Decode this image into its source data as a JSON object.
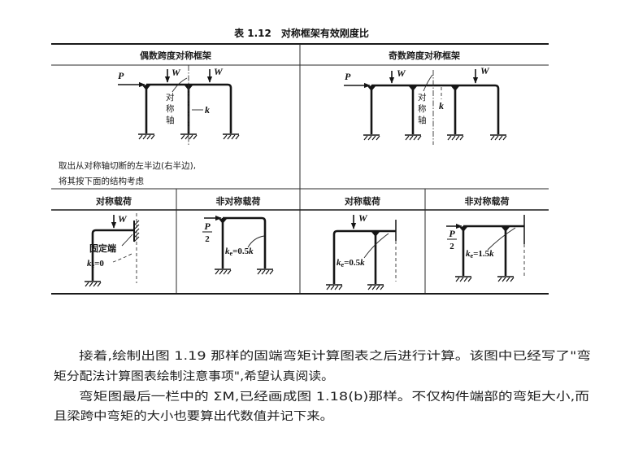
{
  "table": {
    "caption": "表 1.12　对称框架有效刚度比",
    "headers": [
      "偶数跨度对称框架",
      "奇数跨度对称框架"
    ],
    "even_span_frame": {
      "load_p": "P",
      "load_w": [
        "W",
        "W"
      ],
      "axis_label": [
        "对",
        "称",
        "轴"
      ],
      "stiffness_label": "k"
    },
    "odd_span_frame": {
      "load_p": "P",
      "load_w": [
        "W",
        "W"
      ],
      "axis_label": [
        "对",
        "称",
        "轴"
      ],
      "stiffness_label": "k"
    },
    "instruction": [
      "取出从对称轴切断的左半边(右半边),",
      "将其按下面的结构考虑"
    ],
    "sub_headers": [
      "对称载荷",
      "非对称载荷",
      "对称载荷",
      "非对称载荷"
    ],
    "cases": [
      {
        "load": "W",
        "fixed_end": "固定端",
        "ke": {
          "symbol": "k",
          "sub": "e",
          "value": "=0",
          "unit": ""
        }
      },
      {
        "load": {
          "num": "P",
          "den": "2"
        },
        "ke": {
          "symbol": "k",
          "sub": "e",
          "value": "=0.5",
          "unit": "k"
        }
      },
      {
        "load": "W",
        "ke": {
          "symbol": "k",
          "sub": "e",
          "value": "=0.5",
          "unit": "k"
        }
      },
      {
        "load": {
          "num": "P",
          "den": "2"
        },
        "ke": {
          "symbol": "k",
          "sub": "e",
          "value": "=1.5",
          "unit": "k"
        }
      }
    ]
  },
  "body_text": {
    "lines": [
      "接着,绘制出图 1.19 那样的固端弯矩计算图表之后进行计算。该图中已经写了\"弯",
      "矩分配法计算图表绘制注意事项\",希望认真阅读。",
      "弯矩图最后一栏中的 ΣM,已经画成图 1.18(b)那样。不仅构件端部的弯矩大小,而",
      "且梁跨中弯矩的大小也要算出代数值并记下来。"
    ]
  }
}
